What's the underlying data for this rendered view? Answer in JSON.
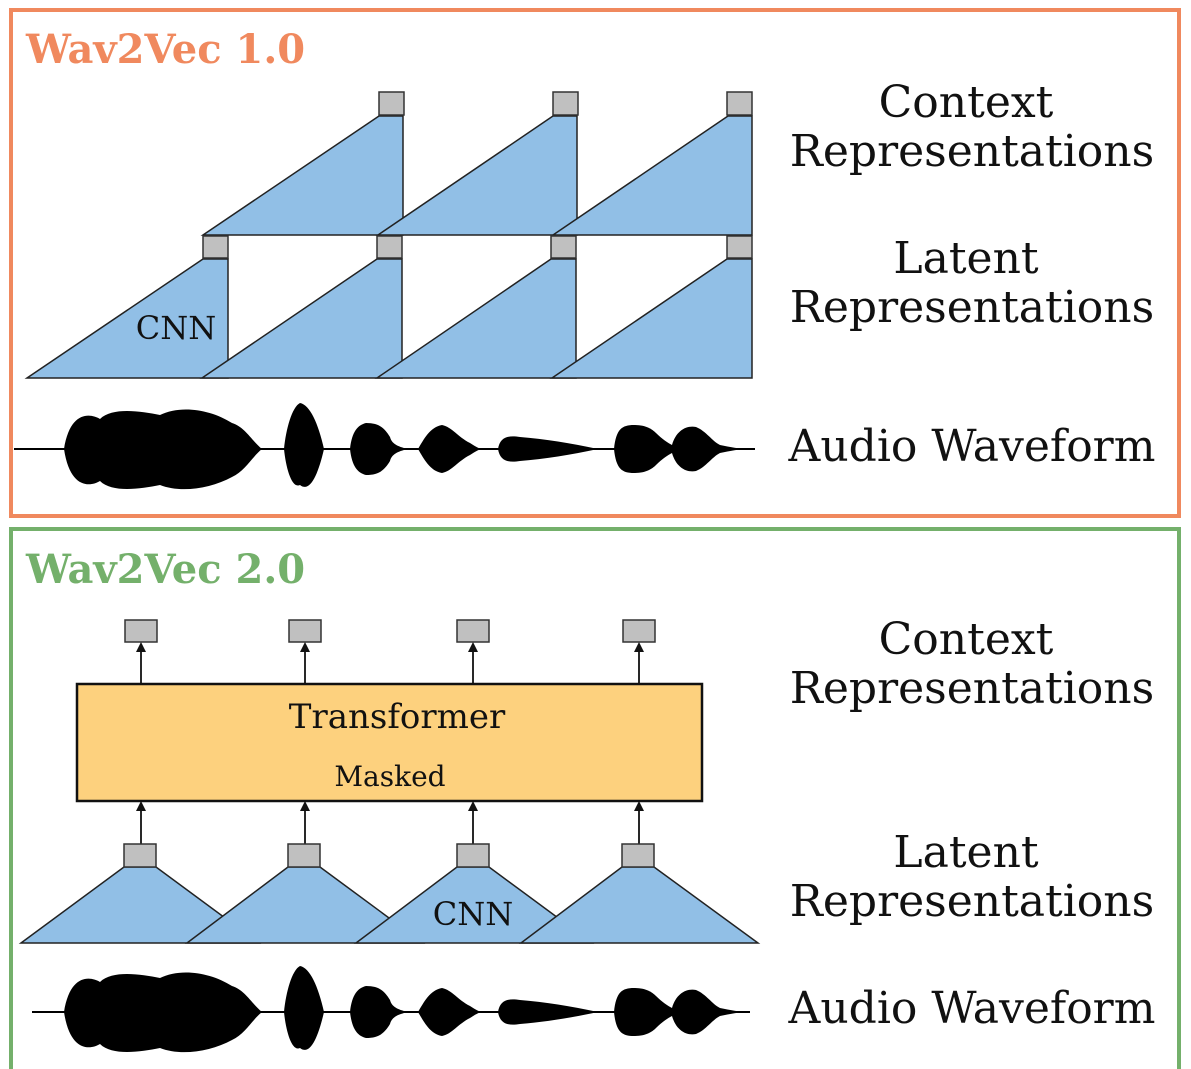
{
  "panels": [
    {
      "title": "Wav2Vec 1.0",
      "accent": "#f0895e",
      "labels": {
        "context_line1": "Context",
        "context_line2": "Representations",
        "latent_line1": "Latent",
        "latent_line2": "Representations",
        "audio": "Audio Waveform"
      },
      "cnn_label": "CNN"
    },
    {
      "title": "Wav2Vec 2.0",
      "accent": "#74b06b",
      "labels": {
        "context_line1": "Context",
        "context_line2": "Representations",
        "latent_line1": "Latent",
        "latent_line2": "Representations",
        "audio": "Audio Waveform"
      },
      "cnn_label": "CNN",
      "transformer": {
        "title": "Transformer",
        "subtitle": "Masked"
      }
    }
  ],
  "colors": {
    "cnn_fill": "#91bfe6",
    "token_fill": "#c0c0c0",
    "transformer_fill": "#fdd17e",
    "waveform": "#000000"
  }
}
